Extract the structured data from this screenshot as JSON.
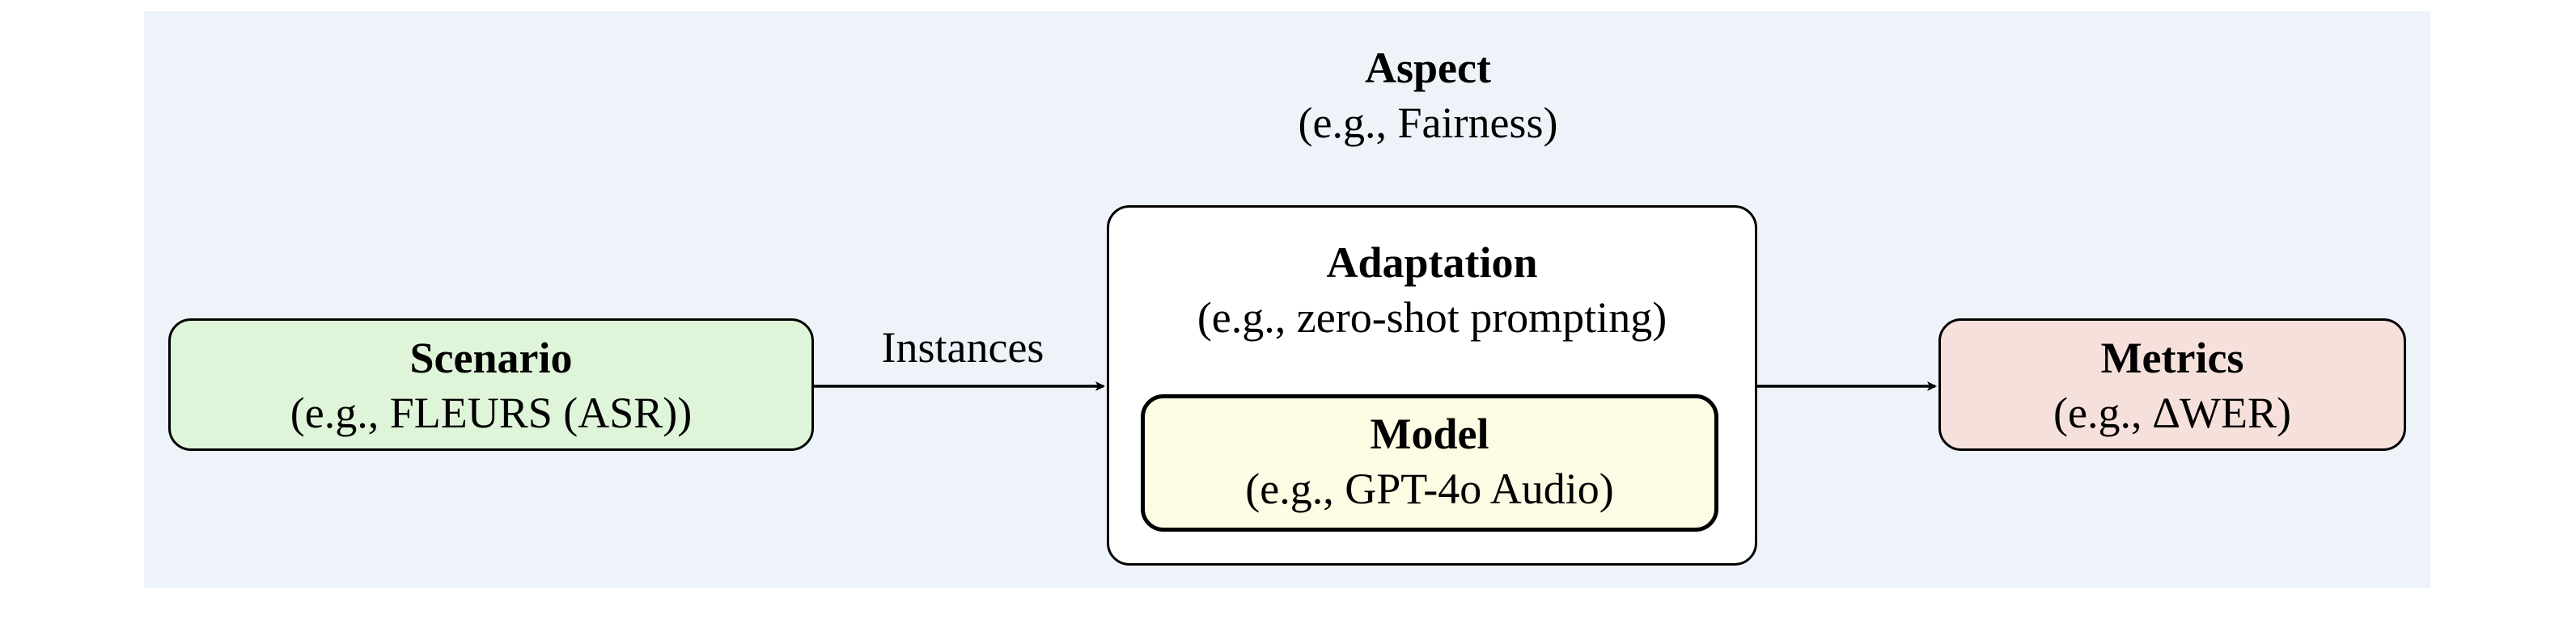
{
  "aspect": {
    "title": "Aspect",
    "example": "(e.g., Fairness)"
  },
  "scenario": {
    "title": "Scenario",
    "example": "(e.g., FLEURS (ASR))"
  },
  "edge_label": "Instances",
  "adaptation": {
    "title": "Adaptation",
    "example": "(e.g., zero-shot prompting)"
  },
  "model": {
    "title": "Model",
    "example": "(e.g., GPT-4o Audio)"
  },
  "metrics": {
    "title": "Metrics",
    "example": "(e.g., ∆WER)"
  },
  "colors": {
    "aspect_bg": "#eef3fa",
    "scenario_fill": "#dff5d9",
    "model_fill": "#fdfbe3",
    "metrics_fill": "#f6e0dc"
  }
}
